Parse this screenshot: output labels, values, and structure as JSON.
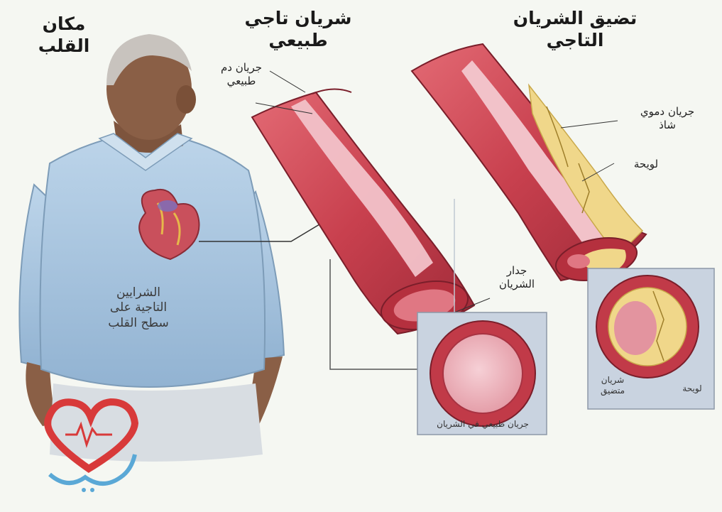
{
  "titles": {
    "heart_location": [
      "مكان",
      "القلب"
    ],
    "normal_artery": [
      "شريان تاجي",
      "طبيعي"
    ],
    "narrowed_artery": [
      "تضيق الشريان",
      "التاجي"
    ]
  },
  "labels": {
    "normal_blood_flow": [
      "جريان دم",
      "طبيعي"
    ],
    "abnormal_blood_flow": [
      "جريان دموي",
      "شاذ"
    ],
    "plaque": "لويحة",
    "artery_wall": [
      "جدار",
      "الشريان"
    ],
    "coronary_arteries": [
      "الشرايين",
      "التاجية على",
      "سطح القلب"
    ],
    "narrowed_artery_caption": [
      "شريان",
      "متضيق"
    ],
    "plaque_caption": "لويحة",
    "normal_cross_section_caption": "جريان طبيعي في الشريان"
  },
  "colors": {
    "artery_outer": "#c8404e",
    "artery_inner": "#f0b8c0",
    "plaque": "#f0d78a",
    "shirt": "#a9c6df",
    "skin": "#8a5f46",
    "logo_red": "#d83a3a",
    "logo_blue": "#5aa8d6"
  },
  "icons": [
    "heart-logo-icon"
  ]
}
